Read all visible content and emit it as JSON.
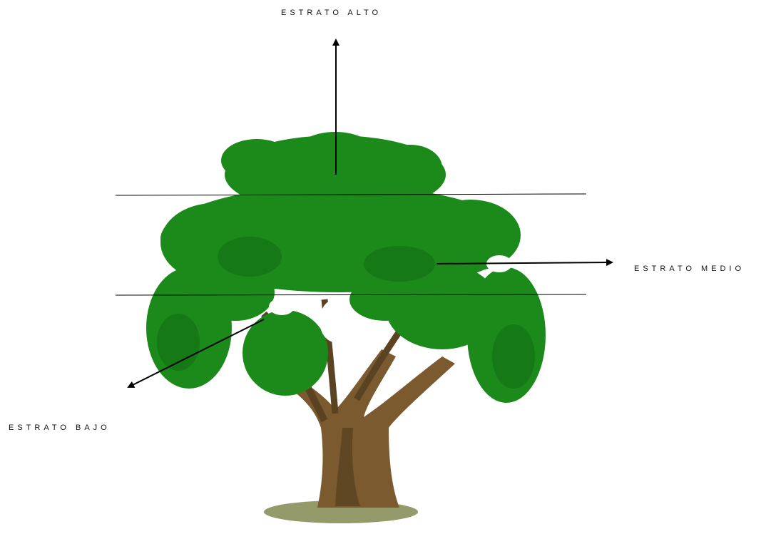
{
  "labels": {
    "alto": "ESTRATO ALTO",
    "medio": "ESTRATO MEDIO",
    "bajo": "ESTRATO BAJO"
  },
  "colors": {
    "foliage": "#1b8a1b",
    "foliage_dark": "#137213",
    "trunk": "#7a5a2e",
    "trunk_dark": "#4e3a1c",
    "ground": "#8a8f5a",
    "line": "#000000"
  },
  "illustration": "tree-icon"
}
